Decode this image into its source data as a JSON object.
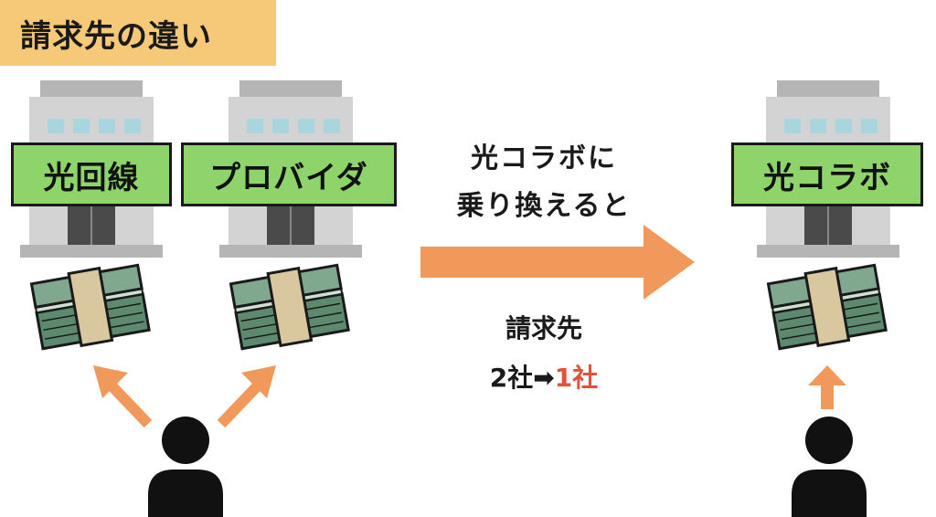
{
  "title": "請求先の違い",
  "labels": {
    "line": "光回線",
    "provider": "プロバイダ",
    "collab": "光コラボ"
  },
  "transition": {
    "line1": "光コラボに",
    "line2": "乗り換えると"
  },
  "billing": {
    "label": "請求先",
    "before": "2社",
    "arrow": "➡",
    "after": "1社"
  },
  "colors": {
    "title_bg": "#f5c978",
    "label_bg": "#8fd46a",
    "arrow": "#f0995a",
    "after_text": "#e0523a",
    "building": "#c8c8c8",
    "window": "#a9d6de",
    "money": "#7fa88f",
    "band": "#d9c7a0",
    "person": "#111111"
  }
}
